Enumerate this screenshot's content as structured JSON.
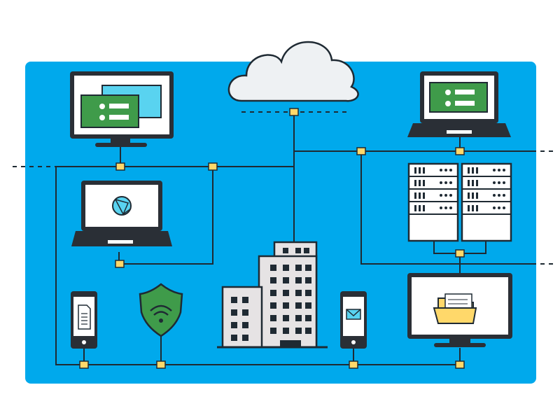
{
  "colors": {
    "panel": "#00a9ec",
    "line": "#1f2a33",
    "node": "#ffd86a",
    "screen_green": "#3f9b4a",
    "screen_cyan": "#59d3f0",
    "shield": "#3f9b4a",
    "folder": "#ffd86a",
    "device_body": "#2a2f36",
    "building": "#e6e3e4",
    "cloud": "#eef1f3"
  },
  "nodes": [
    {
      "id": "cloud",
      "name": "cloud-icon"
    },
    {
      "id": "desktop-login",
      "name": "desktop-monitor-login-icon"
    },
    {
      "id": "laptop-login",
      "name": "laptop-login-icon"
    },
    {
      "id": "laptop-network",
      "name": "laptop-network-icon"
    },
    {
      "id": "server-rack-left",
      "name": "server-rack-icon"
    },
    {
      "id": "server-rack-right",
      "name": "server-rack-icon"
    },
    {
      "id": "office-building",
      "name": "office-building-icon"
    },
    {
      "id": "phone-document",
      "name": "phone-document-icon"
    },
    {
      "id": "wifi-shield",
      "name": "wifi-shield-icon"
    },
    {
      "id": "phone-mail",
      "name": "phone-mail-icon"
    },
    {
      "id": "monitor-folder",
      "name": "monitor-folder-icon"
    }
  ]
}
